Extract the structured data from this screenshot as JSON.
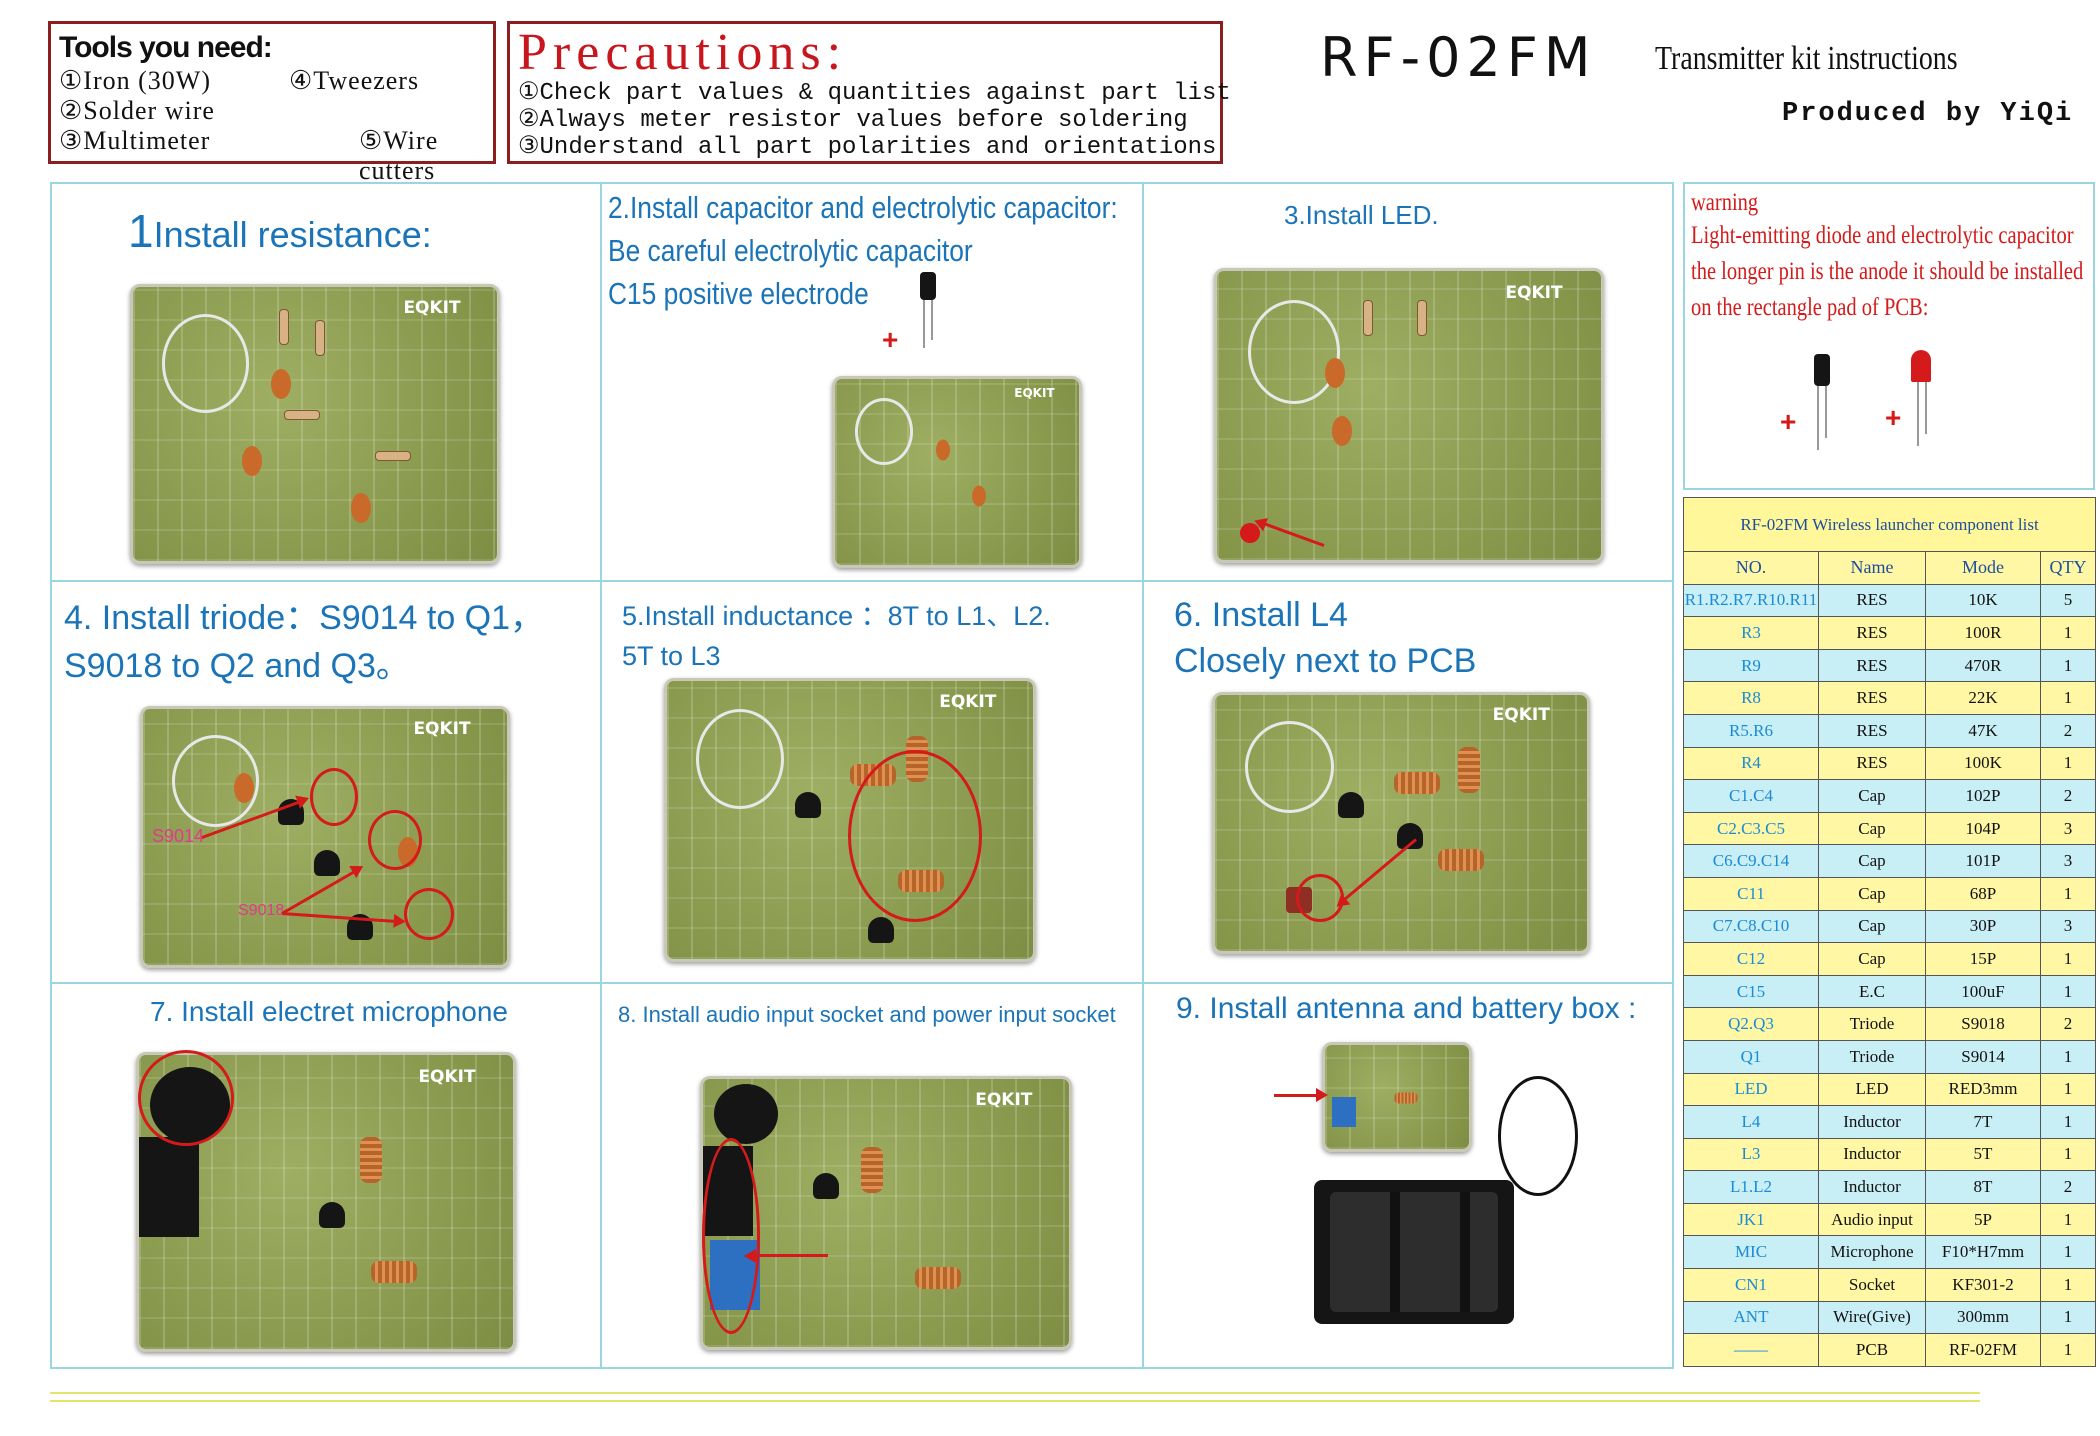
{
  "tools": {
    "title": "Tools you need:",
    "items": [
      "①Iron (30W)",
      "④Tweezers",
      "②Solder wire",
      "",
      "③Multimeter",
      "⑤Wire cutters"
    ]
  },
  "precautions": {
    "title": "Precautions:",
    "lines": [
      "①Check part values & quantities against part list",
      "②Always meter resistor values before soldering",
      "③Understand all part polarities and orientations"
    ]
  },
  "header": {
    "title": "RF-02FM",
    "subtitle": "Transmitter kit instructions",
    "producer": "Produced by YiQi"
  },
  "steps": {
    "s1": {
      "num": "1",
      "text": "Install resistance:"
    },
    "s2": {
      "line1": "2.Install capacitor and electrolytic capacitor:",
      "line2": "Be careful electrolytic capacitor",
      "line3": "C15 positive electrode",
      "plus": "+"
    },
    "s3": {
      "text": "3.Install LED."
    },
    "s4": {
      "line1": "4. Install triode：S9014 to Q1，",
      "line2": "S9018 to Q2 and Q3。",
      "label_a": "S9014",
      "label_b": "S9018"
    },
    "s5": {
      "line1": "5.Install inductance ：8T  to L1、L2.",
      "line2": "5T to L3"
    },
    "s6": {
      "line1": "6. Install L4",
      "line2": "Closely next to PCB"
    },
    "s7": {
      "text": "7. Install electret microphone"
    },
    "s8": {
      "text": "8. Install audio input socket and power input socket"
    },
    "s9": {
      "text": "9. Install antenna and battery box :"
    }
  },
  "pcb_label": "EQKIT",
  "warning": {
    "title": "warning",
    "lines": [
      "Light-emitting diode and electrolytic capacitor",
      "the longer pin is the anode it should be installed",
      "on the rectangle pad of PCB:"
    ],
    "plus": "+"
  },
  "parts_table": {
    "title": "RF-02FM Wireless launcher component list",
    "headers": [
      "NO.",
      "Name",
      "Mode",
      "QTY"
    ],
    "rows": [
      [
        "R1.R2.R7.R10.R11",
        "RES",
        "10K",
        "5"
      ],
      [
        "R3",
        "RES",
        "100R",
        "1"
      ],
      [
        "R9",
        "RES",
        "470R",
        "1"
      ],
      [
        "R8",
        "RES",
        "22K",
        "1"
      ],
      [
        "R5.R6",
        "RES",
        "47K",
        "2"
      ],
      [
        "R4",
        "RES",
        "100K",
        "1"
      ],
      [
        "C1.C4",
        "Cap",
        "102P",
        "2"
      ],
      [
        "C2.C3.C5",
        "Cap",
        "104P",
        "3"
      ],
      [
        "C6.C9.C14",
        "Cap",
        "101P",
        "3"
      ],
      [
        "C11",
        "Cap",
        "68P",
        "1"
      ],
      [
        "C7.C8.C10",
        "Cap",
        "30P",
        "3"
      ],
      [
        "C12",
        "Cap",
        "15P",
        "1"
      ],
      [
        "C15",
        "E.C",
        "100uF",
        "1"
      ],
      [
        "Q2.Q3",
        "Triode",
        "S9018",
        "2"
      ],
      [
        "Q1",
        "Triode",
        "S9014",
        "1"
      ],
      [
        "LED",
        "LED",
        "RED3mm",
        "1"
      ],
      [
        "L4",
        "Inductor",
        "7T",
        "1"
      ],
      [
        "L3",
        "Inductor",
        "5T",
        "1"
      ],
      [
        "L1.L2",
        "Inductor",
        "8T",
        "2"
      ],
      [
        "JK1",
        "Audio input",
        "5P",
        "1"
      ],
      [
        "MIC",
        "Microphone",
        "F10*H7mm",
        "1"
      ],
      [
        "CN1",
        "Socket",
        "KF301-2",
        "1"
      ],
      [
        "ANT",
        "Wire(Give)",
        "300mm",
        "1"
      ],
      [
        "——",
        "PCB",
        "RF-02FM",
        "1"
      ]
    ]
  }
}
